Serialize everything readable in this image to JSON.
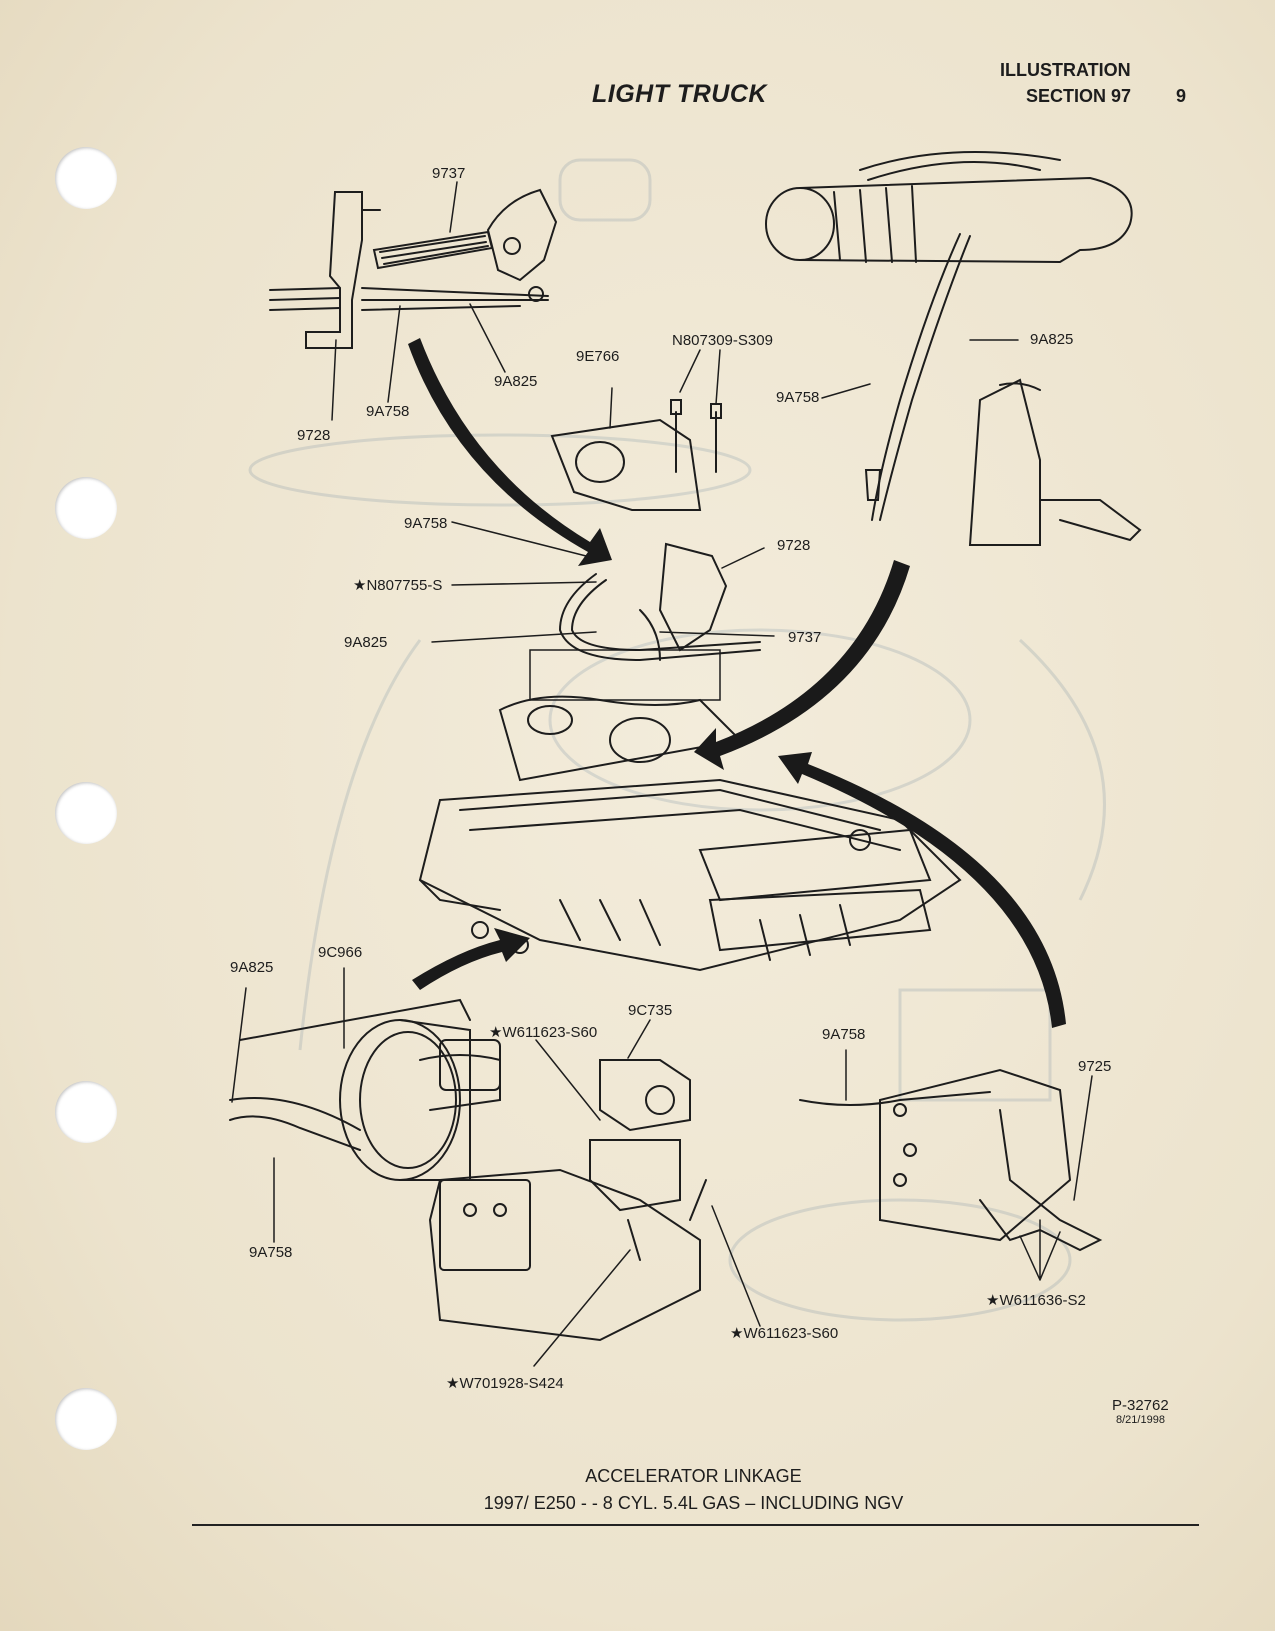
{
  "header": {
    "title": "LIGHT TRUCK",
    "illustration": "ILLUSTRATION",
    "section": "SECTION 97",
    "page_number": "9"
  },
  "labels": {
    "l_9737_top": "9737",
    "l_9728_top": "9728",
    "l_9a758_top": "9A758",
    "l_9a825_top": "9A825",
    "l_n807309": "N807309-S309",
    "l_9e766": "9E766",
    "l_9a825_right": "9A825",
    "l_9a758_right": "9A758",
    "l_9a758_mid": "9A758",
    "l_n807755": "★N807755-S",
    "l_9a825_mid": "9A825",
    "l_9728_mid": "9728",
    "l_9737_mid": "9737",
    "l_9a825_low": "9A825",
    "l_9c966": "9C966",
    "l_w611623_a": "★W611623-S60",
    "l_9c735": "9C735",
    "l_9a758_lowright": "9A758",
    "l_9725": "9725",
    "l_9a758_lowleft": "9A758",
    "l_w611636": "★W611636-S2",
    "l_w611623_b": "★W611623-S60",
    "l_w701928": "★W701928-S424"
  },
  "reference": {
    "code": "P-32762",
    "date": "8/21/1998"
  },
  "caption": {
    "line1": "ACCELERATOR LINKAGE",
    "line2": "1997/ E250 - - 8 CYL. 5.4L GAS – INCLUDING NGV"
  }
}
